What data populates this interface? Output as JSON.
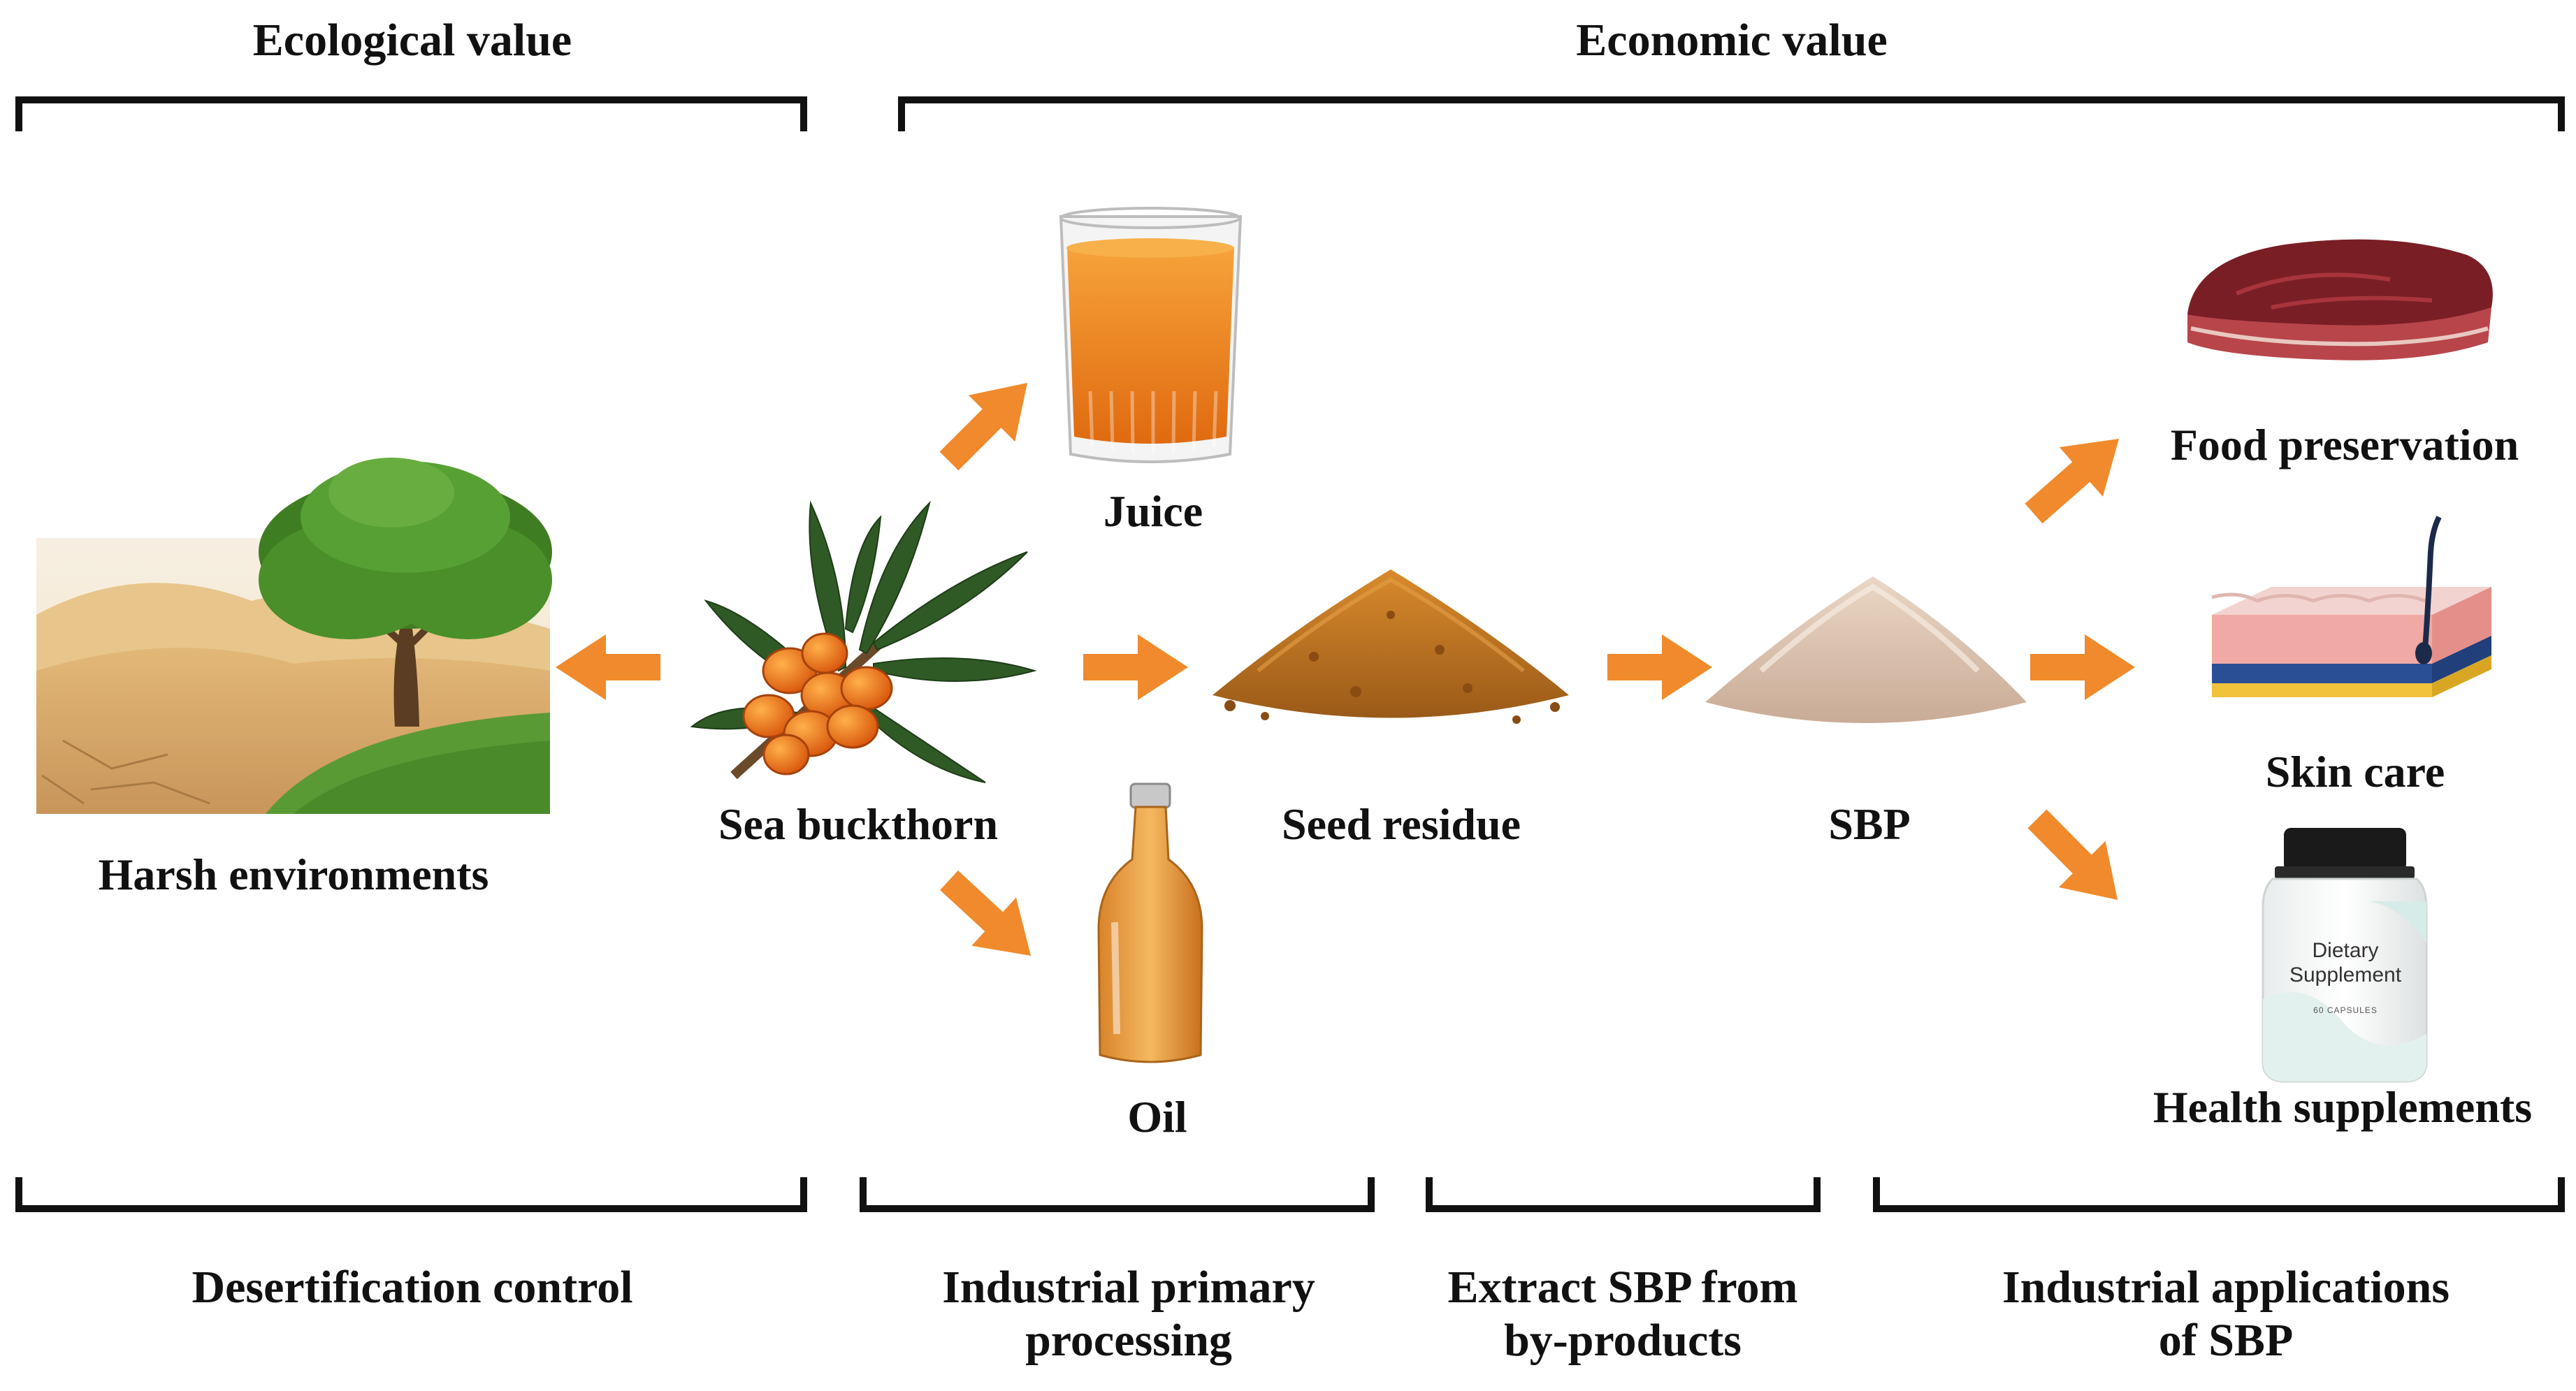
{
  "headers": {
    "ecological": "Ecological value",
    "economic": "Economic value"
  },
  "nodes": {
    "harsh_environments": "Harsh environments",
    "sea_buckthorn": "Sea buckthorn",
    "juice": "Juice",
    "seed_residue": "Seed residue",
    "oil": "Oil",
    "sbp": "SBP",
    "food_preservation": "Food preservation",
    "skin_care": "Skin care",
    "health_supplements": "Health supplements"
  },
  "supplement_bottle": {
    "line1": "Dietary",
    "line2": "Supplement",
    "line3": "60 CAPSULES"
  },
  "captions": {
    "desertification": "Desertification control",
    "primary_processing_1": "Industrial primary",
    "primary_processing_2": "processing",
    "extract_1": "Extract SBP from",
    "extract_2": "by-products",
    "applications_1": "Industrial applications",
    "applications_2": "of SBP"
  },
  "colors": {
    "arrow": "#f08a2c",
    "bracket": "#111111"
  },
  "icons": [
    "tree-desert-image",
    "sea-buckthorn-branch-icon",
    "juice-glass-icon",
    "seed-residue-pile-icon",
    "oil-bottle-icon",
    "sbp-powder-pile-icon",
    "meat-steak-icon",
    "skin-layers-icon",
    "supplement-bottle-icon"
  ]
}
